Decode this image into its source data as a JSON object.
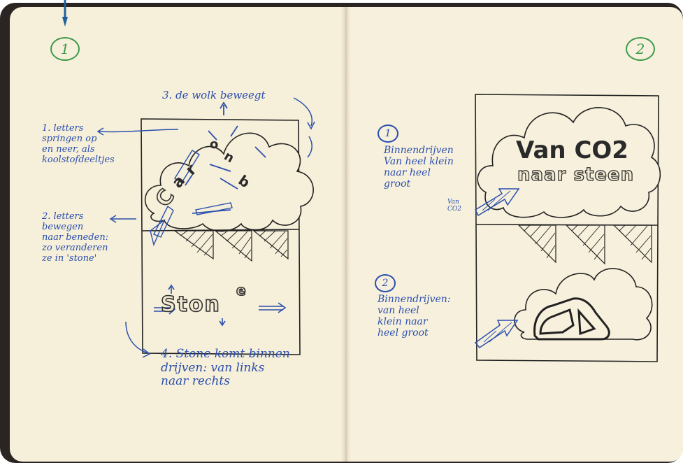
{
  "left_page": {
    "page_number": "1",
    "note_1": "1. letters\nspringen op\nen neer, als\nkoolstofdeeltjes",
    "note_2": "2. letters\nbewegen\nnaar beneden:\nzo veranderen\nze in 'stone'",
    "note_3": "3. de wolk beweegt",
    "note_4": "4. Stone komt binnen\ndrijven: van links\nnaar rechts",
    "cloud_letters": [
      "C",
      "a",
      "r",
      "o",
      "n",
      "b"
    ],
    "stone_word": "Ston",
    "stone_e": "e"
  },
  "right_page": {
    "page_number": "2",
    "note_1_num": "1",
    "note_1": "Binnendrijven\nVan heel klein\nnaar heel\ngroot",
    "note_1_small": "Van\nCO2",
    "title_line1": "Van CO2",
    "title_line2": "naar steen",
    "note_2_num": "2",
    "note_2": "Binnendrijven:\nvan heel\nklein naar\nheel groot"
  },
  "colors": {
    "ink_blue": "#2a4fae",
    "page_green": "#3c9a4a",
    "pencil": "#222222",
    "paper": "#f6efd9"
  }
}
